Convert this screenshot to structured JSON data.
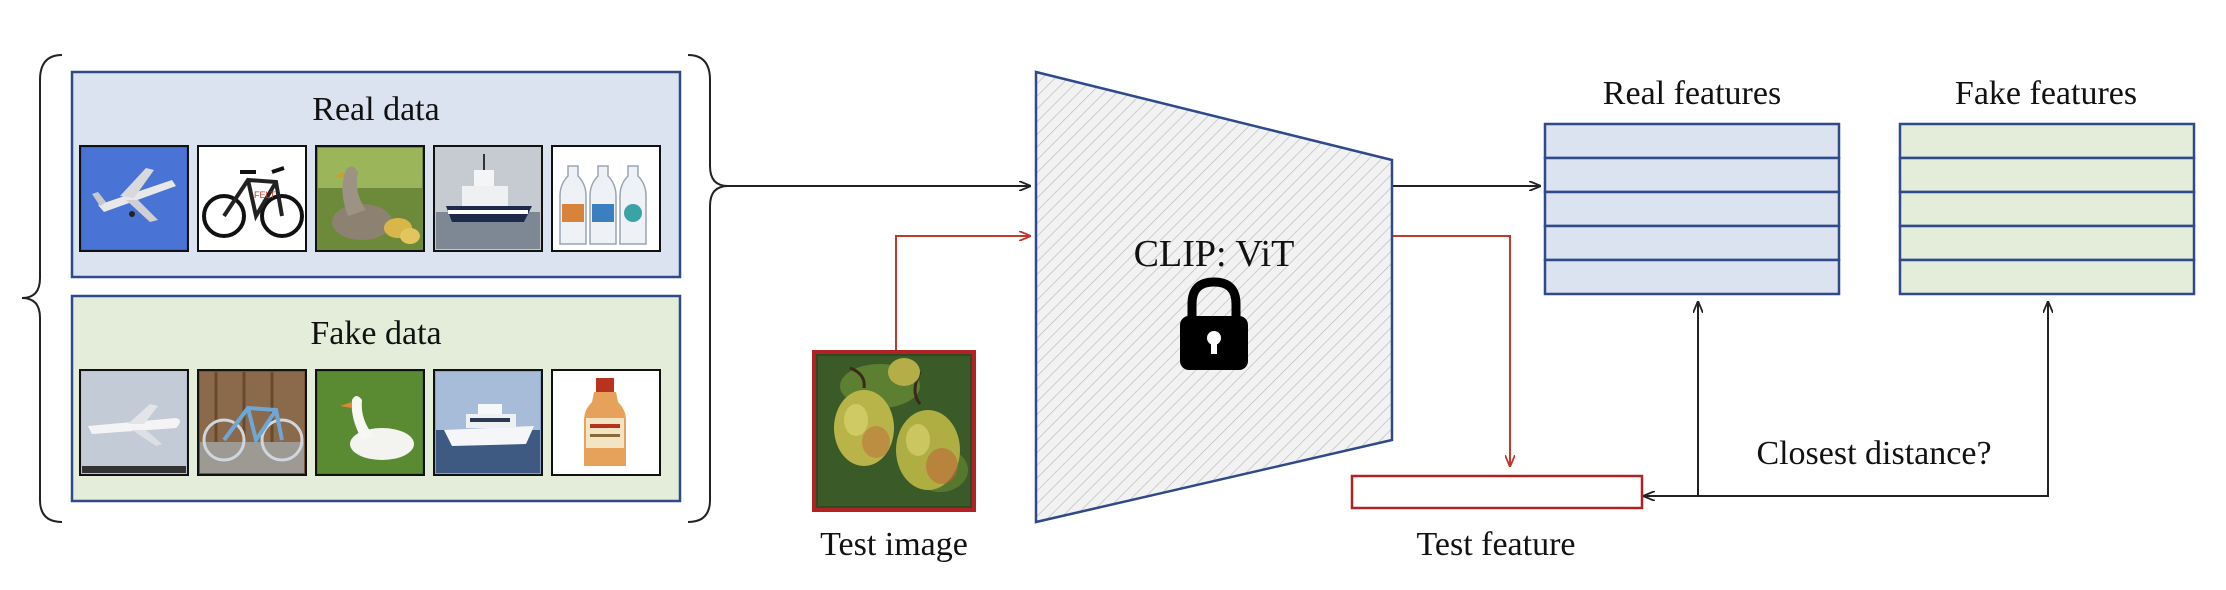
{
  "groups": {
    "real": {
      "title": "Real data",
      "fill": "#dbe3f0",
      "stroke": "#2e4a8a",
      "images": [
        "airplane",
        "bicycle",
        "goose",
        "boat",
        "bottles"
      ]
    },
    "fake": {
      "title": "Fake data",
      "fill": "#e4edda",
      "stroke": "#2e4a8a",
      "images": [
        "airplane",
        "bicycle",
        "goose",
        "boat",
        "bottle"
      ]
    }
  },
  "encoder": {
    "label": "CLIP: ViT",
    "icon": "lock-icon",
    "stroke": "#2e4a8a"
  },
  "test_image": {
    "label": "Test image",
    "content": "pears",
    "border": "#b22222"
  },
  "real_features": {
    "title": "Real features",
    "rows": 5,
    "fill": "#dbe3f0"
  },
  "fake_features": {
    "title": "Fake features",
    "rows": 5,
    "fill": "#e4edda"
  },
  "test_feature": {
    "label": "Test feature",
    "border": "#b22222"
  },
  "question": {
    "label": "Closest distance?"
  },
  "colors": {
    "arrow": "#222222",
    "arrow_test": "#c0392b"
  }
}
